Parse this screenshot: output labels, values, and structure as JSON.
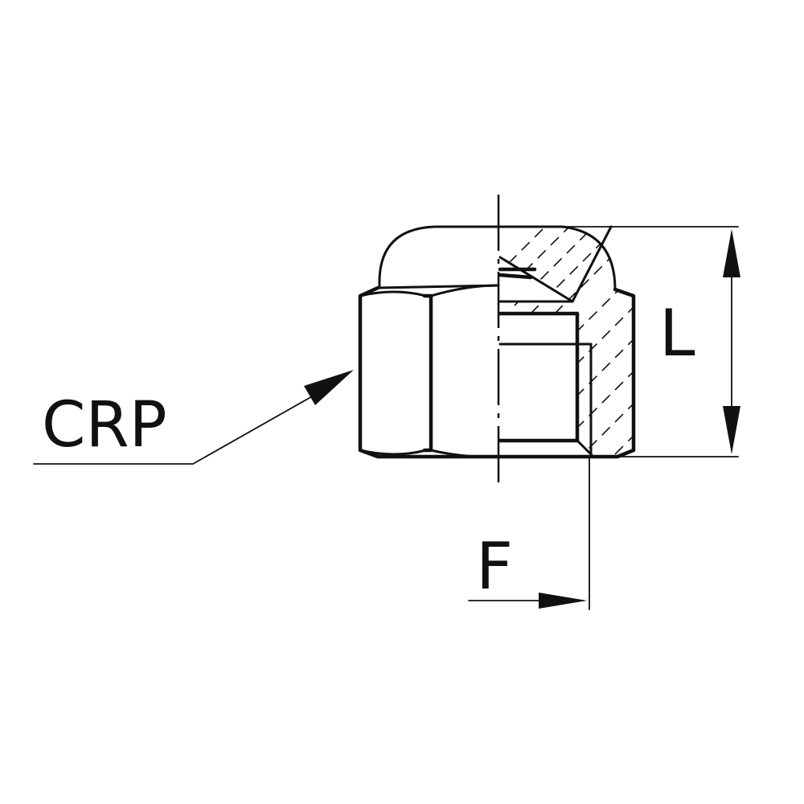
{
  "labels": {
    "material": "CRP",
    "length": "L",
    "thread": "F"
  },
  "colors": {
    "line": "#111111",
    "background": "#ffffff"
  }
}
